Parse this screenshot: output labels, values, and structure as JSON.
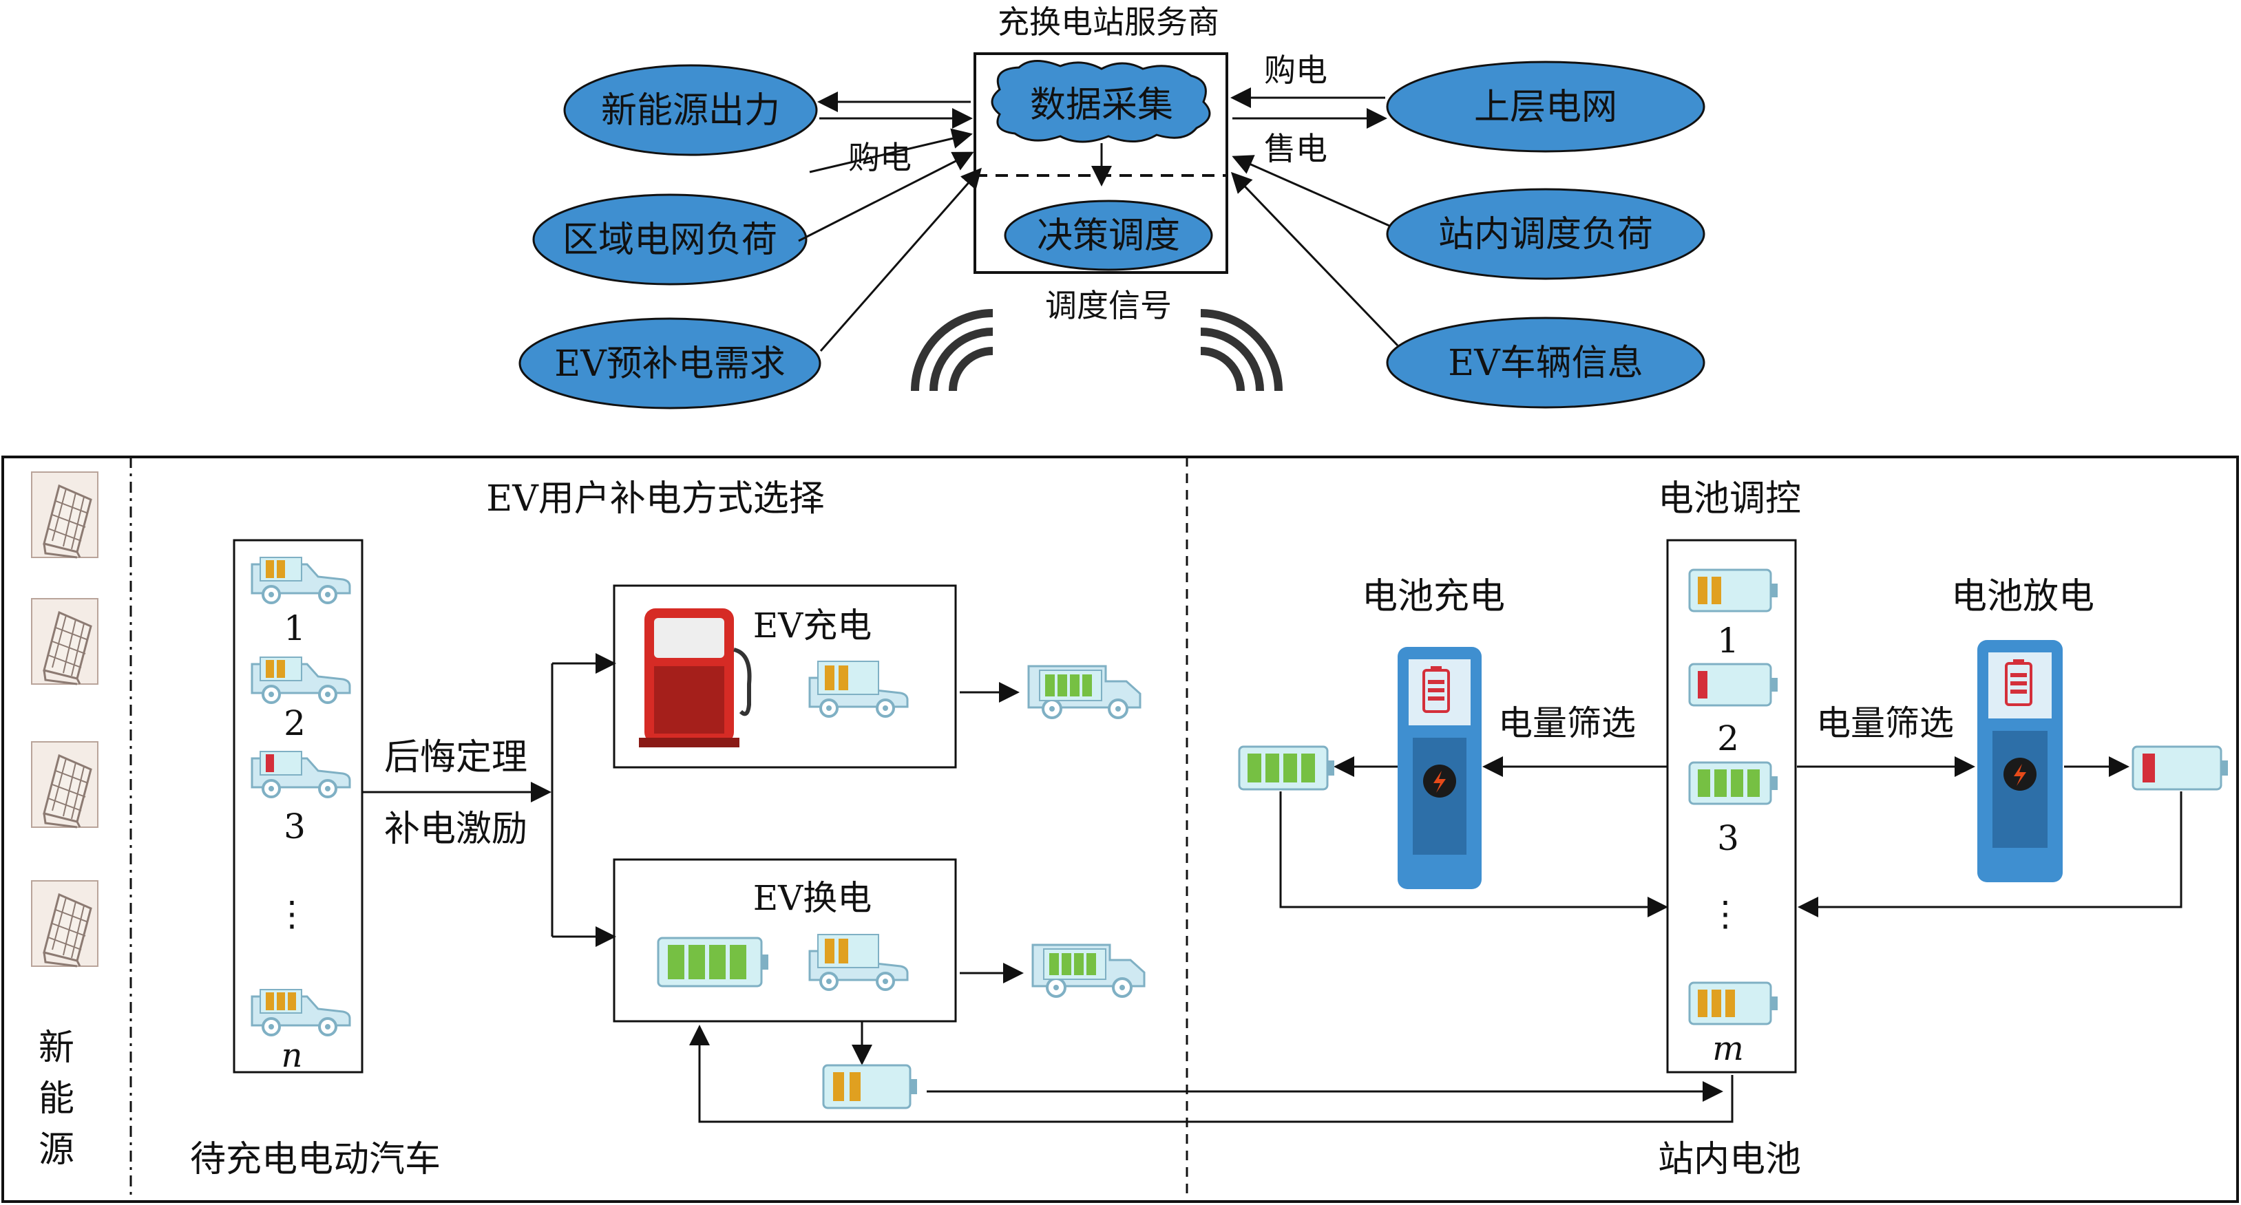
{
  "top": {
    "title": "充换电站服务商",
    "center_upper": "数据采集",
    "center_lower": "决策调度",
    "bottom_label": "调度信号",
    "left_nodes": [
      "新能源出力",
      "区域电网负荷",
      "EV预补电需求"
    ],
    "right_nodes": [
      "上层电网",
      "站内调度负荷",
      "EV车辆信息"
    ],
    "buy_left": "购电",
    "buy_right": "购电",
    "sell_right": "售电"
  },
  "bottom": {
    "new_energy_label": [
      "新",
      "能",
      "源"
    ],
    "left_section_title": "EV用户补电方式选择",
    "ev_list_labels": [
      "1",
      "2",
      "3",
      "⋮",
      "n"
    ],
    "incentive_line1": "后悔定理",
    "incentive_line2": "补电激励",
    "charge_box_label": "EV充电",
    "swap_box_label": "EV换电",
    "left_footer": "待充电电动汽车",
    "right_section_title": "电池调控",
    "battery_charge_label": "电池充电",
    "battery_discharge_label": "电池放电",
    "filter_left": "电量筛选",
    "filter_right": "电量筛选",
    "station_list_labels": [
      "1",
      "2",
      "3",
      "⋮",
      "m"
    ],
    "right_footer": "站内电池"
  },
  "colors": {
    "node_fill": "#3f8fd0",
    "cloud_fill": "#3f8fd0",
    "car_body": "#cfe9f2",
    "battery_body": "#d3f0f4",
    "cell_orange": "#e0a020",
    "cell_green": "#76c043",
    "cell_red": "#d42f3a",
    "pump_red": "#d62b25",
    "charger_blue": "#3f8fd0"
  }
}
